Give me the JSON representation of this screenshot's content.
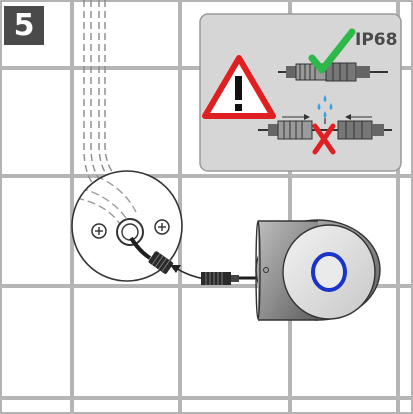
{
  "step": {
    "number": "5"
  },
  "warning_panel": {
    "rating_label": "IP68",
    "status_ok": "check-mark",
    "status_bad": "cross-mark"
  },
  "colors": {
    "grid_line": "#b5b5b5",
    "panel_bg": "#d6d6d6",
    "warning_red": "#e02020",
    "check_green": "#2db84a",
    "led_ring_blue": "#1a33c8",
    "water_drop_blue": "#3aa3e0",
    "badge_bg": "#4a4a4a"
  },
  "icons": [
    "warning-triangle-icon",
    "check-icon",
    "cross-icon",
    "water-drops-icon",
    "screw-icon",
    "connector-plug-icon"
  ]
}
